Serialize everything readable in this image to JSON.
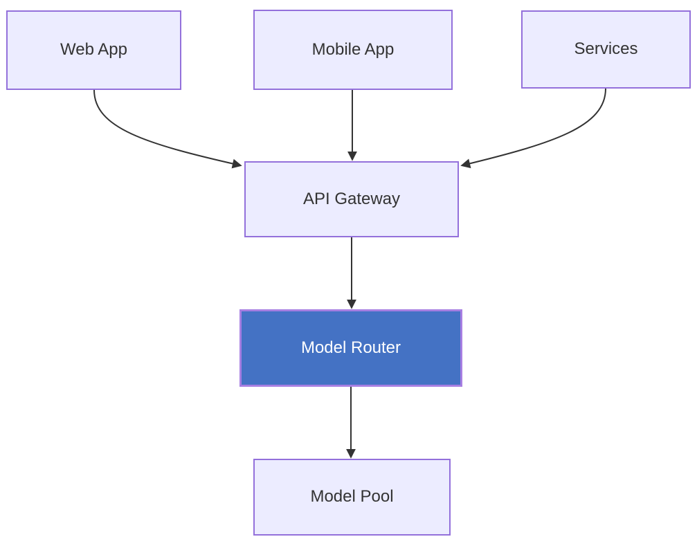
{
  "diagram": {
    "type": "flowchart",
    "direction": "top-down",
    "nodes": [
      {
        "id": "web-app",
        "label": "Web App",
        "highlighted": false
      },
      {
        "id": "mobile-app",
        "label": "Mobile App",
        "highlighted": false
      },
      {
        "id": "services",
        "label": "Services",
        "highlighted": false
      },
      {
        "id": "api-gateway",
        "label": "API Gateway",
        "highlighted": false
      },
      {
        "id": "model-router",
        "label": "Model Router",
        "highlighted": true
      },
      {
        "id": "model-pool",
        "label": "Model Pool",
        "highlighted": false
      }
    ],
    "edges": [
      {
        "from": "Web App",
        "to": "API Gateway"
      },
      {
        "from": "Mobile App",
        "to": "API Gateway"
      },
      {
        "from": "Services",
        "to": "API Gateway"
      },
      {
        "from": "API Gateway",
        "to": "Model Router"
      },
      {
        "from": "Model Router",
        "to": "Model Pool"
      }
    ],
    "colors": {
      "background": "#ffffff",
      "node_fill": "#ececff",
      "node_border": "#9370db",
      "node_text": "#333333",
      "highlight_fill": "#4472c4",
      "highlight_border": "#a77fe2",
      "highlight_text": "#ffffff",
      "edge": "#333333"
    }
  }
}
